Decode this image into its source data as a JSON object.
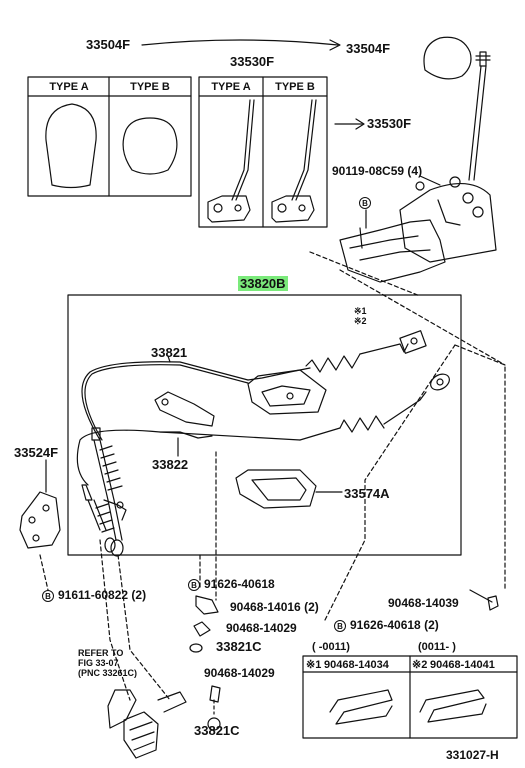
{
  "diagram": {
    "top_labels": {
      "knob_group": "33504F",
      "lever_group": "33530F",
      "knob_callout": "33504F",
      "lever_callout": "33530F"
    },
    "type_boxes": {
      "knob_type_a": "TYPE A",
      "knob_type_b": "TYPE B",
      "lever_type_a": "TYPE A",
      "lever_type_b": "TYPE B"
    },
    "bolt_label": "90119-08C59 (4)",
    "bolt_marker": "B",
    "assembly_label": "33820B",
    "assembly_highlight_color": "#7bea7b",
    "parts": {
      "cable_upper": "33821",
      "cable_lower": "33822",
      "bracket": "33524F",
      "retainer_plate": "33574A",
      "note1": "※1",
      "note2": "※2"
    },
    "fasteners": {
      "bolt_91611": "91611-60822 (2)",
      "bolt_91626_a": "91626-40618",
      "clip_90468_14016": "90468-14016 (2)",
      "clip_90468_14029_a": "90468-14029",
      "washer_33821c_a": "33821C",
      "clip_90468_14029_b": "90468-14029",
      "washer_33821c_b": "33821C",
      "clip_90468_14039": "90468-14039",
      "bolt_91626_b": "91626-40618 (2)"
    },
    "refer": {
      "line1": "REFER TO",
      "line2": "FIG 33-07",
      "line3": "(PNC 33261C)"
    },
    "inset": {
      "range_a": "(    -0011)",
      "range_b": "(0011-    )",
      "part_a_mark": "※1",
      "part_a": "90468-14034",
      "part_b_mark": "※2",
      "part_b": "90468-14041"
    },
    "figure_code": "331027-H"
  }
}
